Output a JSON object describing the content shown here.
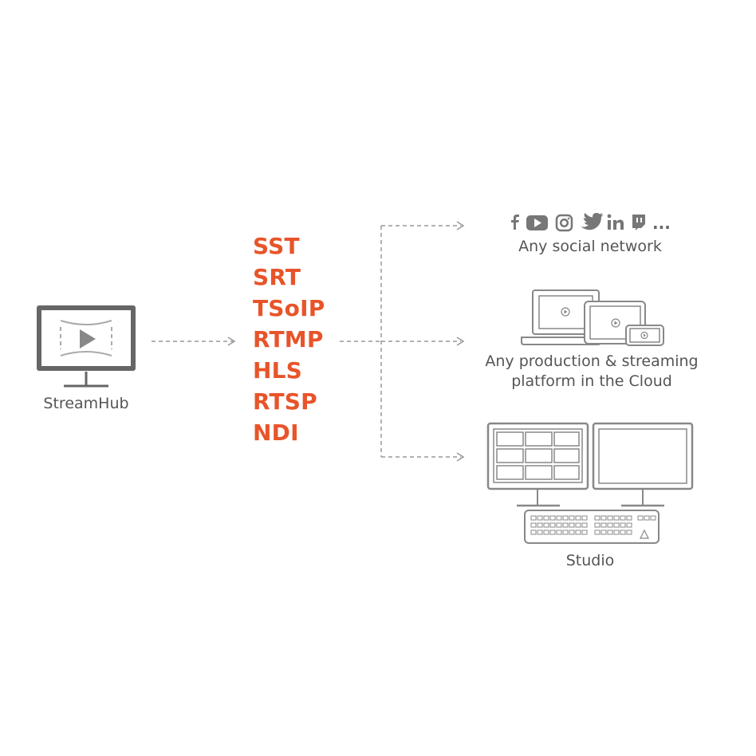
{
  "source": {
    "label": "StreamHub"
  },
  "protocols": [
    "SST",
    "SRT",
    "TSoIP",
    "RTMP",
    "HLS",
    "RTSP",
    "NDI"
  ],
  "destinations": {
    "social": {
      "icons": [
        "facebook-icon",
        "youtube-icon",
        "instagram-icon",
        "twitter-icon",
        "linkedin-icon",
        "twitch-icon"
      ],
      "more": "...",
      "label": "Any social network"
    },
    "cloud": {
      "label_line1": "Any production & streaming",
      "label_line2": "platform in the Cloud"
    },
    "studio": {
      "label": "Studio"
    }
  },
  "colors": {
    "accent": "#e8542a",
    "line": "#999999",
    "icon": "#777777",
    "text": "#555555"
  }
}
